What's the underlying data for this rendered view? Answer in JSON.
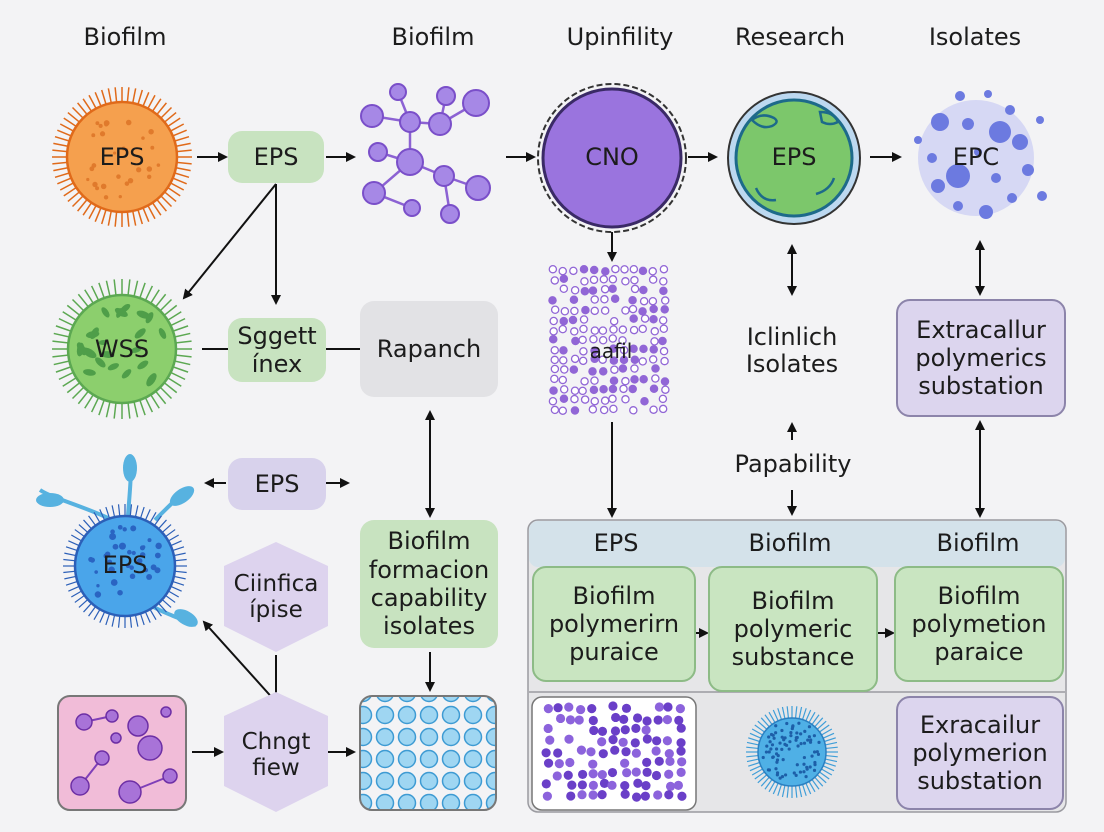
{
  "headers": {
    "h1": "Biofilm",
    "h2": "Biofilm",
    "h3": "Upinfility",
    "h4": "Research",
    "h5": "Isolates"
  },
  "cells": {
    "orange_cell": "EPS",
    "green_cell": "WSS",
    "blue_cell": "EPS",
    "purple_cell": "CNO",
    "green_ring_cell": "EPS",
    "lavender_cell": "EPC"
  },
  "boxes": {
    "eps_green": "EPS",
    "sggett": "Sggett\nínex",
    "eps_lavender": "EPS",
    "cinfica": "Ciinfica\nípise",
    "chngt": "Chngt\nfiew",
    "rapanch": "Rapanch",
    "biofilm_formation": "Biofilm\nformacion\ncapability\nisolates",
    "extracellular_top": "Extracallur\npolymerics\nsubstation"
  },
  "texts": {
    "dots_label": "aafil",
    "iclinlich": "Iclinlich\nIsolates",
    "papability": "Papability"
  },
  "table": {
    "headers": [
      "EPS",
      "Biofilm",
      "Biofilm"
    ],
    "cells": [
      "Biofilm\npolymerirn\npuraice",
      "Biofilm\npolymeric\nsubstance",
      "Biofilm\npolymetion\nparaice"
    ],
    "bottom_box": "Exracailur\npolymerion\nsubstation"
  },
  "colors": {
    "background": "#f3f3f5",
    "green_box": "#c8e3c0",
    "lavender_box": "#d8d2ec",
    "grey_box": "#e2e2e5",
    "table_header": "#d4e2ea",
    "orange": "#f5a04e",
    "cell_green": "#8ccf6d",
    "cell_blue": "#4aa5ea",
    "cell_purple": "#9a74de",
    "dot_purple": "#9166d6",
    "icon_cyan": "#57b2e0"
  }
}
